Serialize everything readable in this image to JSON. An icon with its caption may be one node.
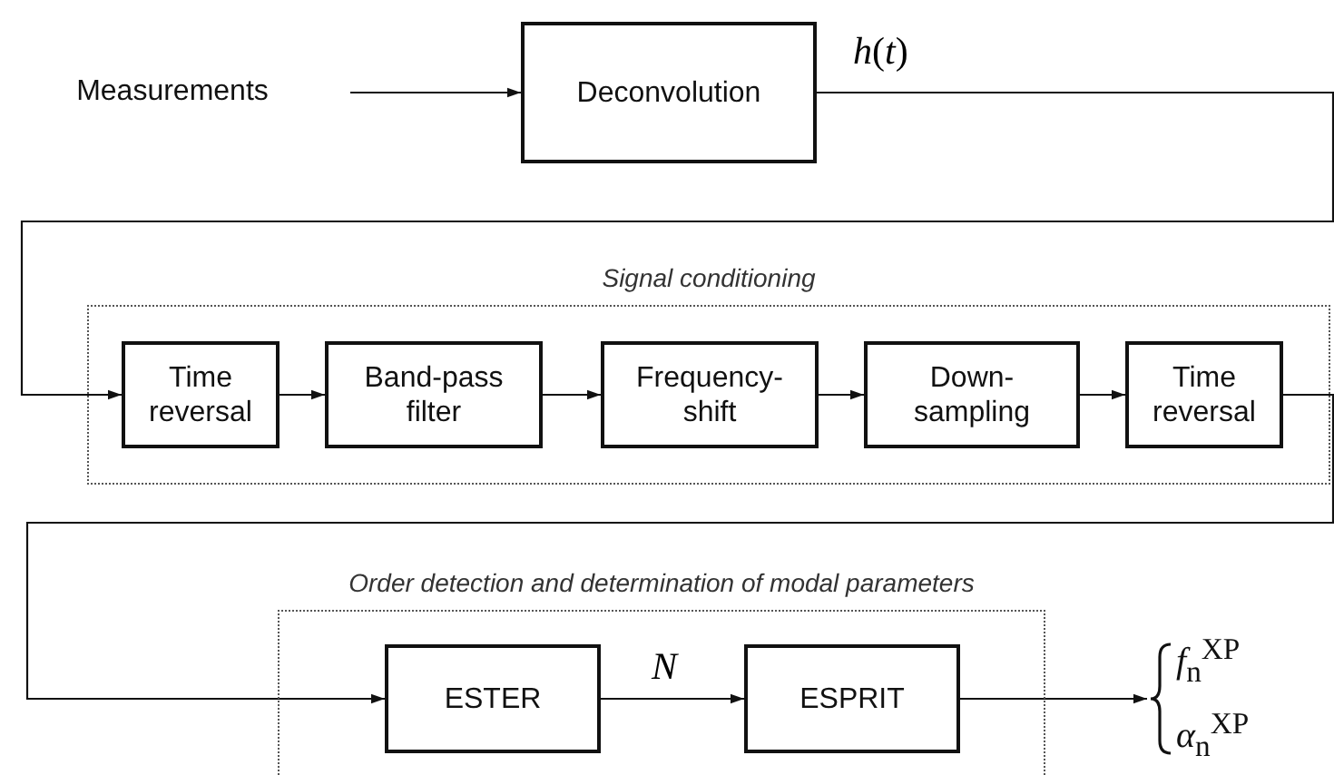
{
  "diagram": {
    "nodes": [
      {
        "text": [
          "Measurements"
        ]
      },
      {
        "text": [
          "Deconvolution"
        ]
      },
      {
        "text": [
          "Signal conditioning"
        ]
      },
      {
        "text": [
          "Time reversal"
        ],
        "in": 2
      },
      {
        "text": [
          "Band-pass filter"
        ],
        "in": 2
      },
      {
        "text": [
          "Frequency-shift"
        ],
        "in": 2
      },
      {
        "text": [
          "Down-sampling"
        ],
        "in": 2
      },
      {
        "text": [
          "Time reversal"
        ],
        "in": 2
      },
      {
        "text": [
          "Order detection and determination of modal parameters"
        ]
      },
      {
        "text": [
          "ESTER"
        ],
        "in": 8
      },
      {
        "text": [
          "ESPRIT"
        ],
        "in": 8
      },
      {
        "text": [
          "*f*$_{n}$$^{XP}$",
          "*α*$_{n}$$^{XP}$"
        ]
      }
    ],
    "edges": [
      {
        "from": 0,
        "to": 1,
        "arrow": "to"
      },
      {
        "from": 1,
        "to": 3,
        "arrow": "to",
        "label": "*h*(*t*)"
      },
      {
        "from": 3,
        "to": 4,
        "arrow": "to"
      },
      {
        "from": 4,
        "to": 5,
        "arrow": "to"
      },
      {
        "from": 5,
        "to": 6,
        "arrow": "to"
      },
      {
        "from": 6,
        "to": 7,
        "arrow": "to"
      },
      {
        "from": 7,
        "to": 9,
        "arrow": "to"
      },
      {
        "from": 9,
        "to": 10,
        "arrow": "to",
        "label": "N"
      },
      {
        "from": 10,
        "to": 11,
        "arrow": "to"
      }
    ]
  }
}
